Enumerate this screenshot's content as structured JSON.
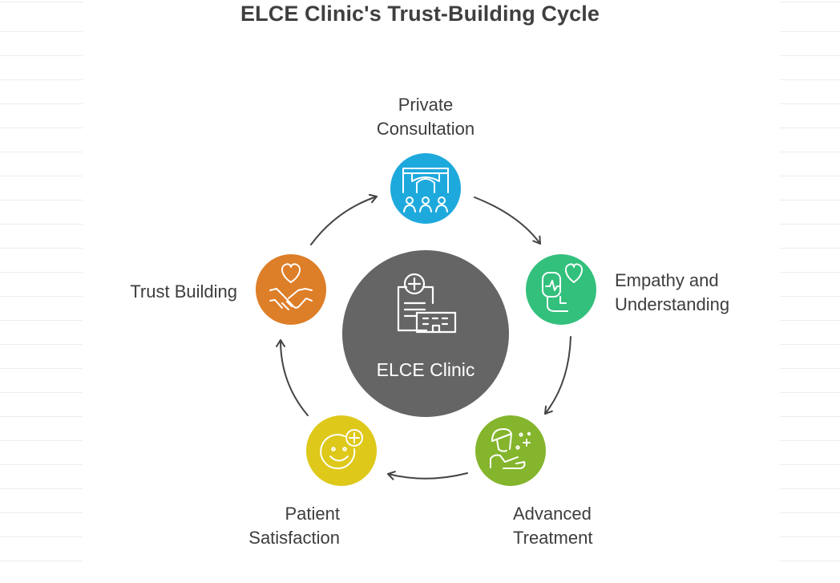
{
  "title": "ELCE Clinic's Trust-Building Cycle",
  "center": {
    "label": "ELCE Clinic",
    "icon": "clinic-building-icon",
    "color": "#656565"
  },
  "nodes": [
    {
      "id": "private-consultation",
      "label_lines": [
        "Private",
        "Consultation"
      ],
      "icon": "consultation-room-icon",
      "color": "#1ea9dd"
    },
    {
      "id": "empathy-and-understanding",
      "label_lines": [
        "Empathy and",
        "Understanding"
      ],
      "icon": "empathy-heart-icon",
      "color": "#33c07d"
    },
    {
      "id": "advanced-treatment",
      "label_lines": [
        "Advanced",
        "Treatment"
      ],
      "icon": "treatment-doctor-icon",
      "color": "#84b52d"
    },
    {
      "id": "patient-satisfaction",
      "label_lines": [
        "Patient",
        "Satisfaction"
      ],
      "icon": "smiley-plus-icon",
      "color": "#dec81a"
    },
    {
      "id": "trust-building",
      "label_lines": [
        "Trust Building"
      ],
      "icon": "handshake-heart-icon",
      "color": "#dd7e28"
    }
  ],
  "arrow_color": "#444444"
}
